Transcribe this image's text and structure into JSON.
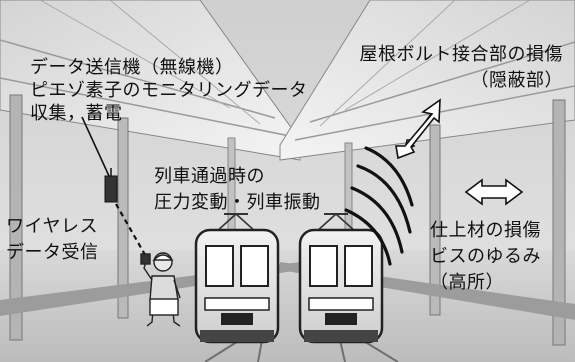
{
  "labels": {
    "transmitter": [
      "データ送信機（無線機）",
      "ピエゾ素子のモニタリングデータ",
      "収集，蓄電"
    ],
    "wireless": [
      "ワイヤレス",
      "データ受信"
    ],
    "train_effects": [
      "列車通過時の",
      "圧力変動・列車振動"
    ],
    "roof_bolt": [
      "屋根ボルト接合部の損傷",
      "（隠蔽部）"
    ],
    "finish": [
      "仕上材の損傷",
      "ビスのゆるみ",
      "（高所）"
    ]
  }
}
